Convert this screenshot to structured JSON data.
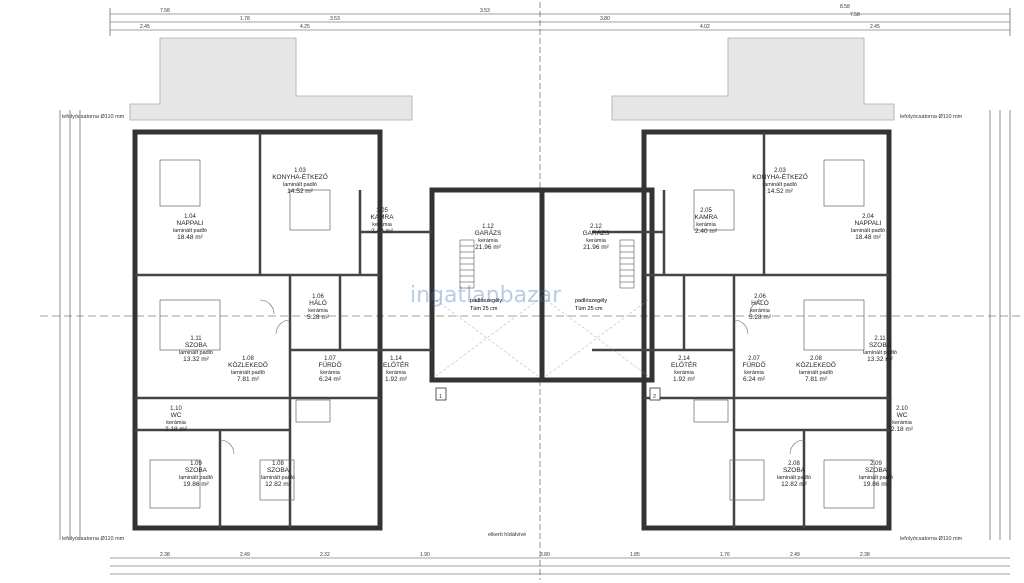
{
  "plan": {
    "watermark": "ingatlanbazar",
    "top_dims_left": [
      "7.58",
      "1.78",
      "3.53",
      "3.53",
      "4.25",
      "2.45"
    ],
    "top_dims_right": [
      "8.58",
      "7.58",
      "3.80",
      "4.02",
      "2.45"
    ],
    "bottom_dims": [
      "2.38",
      "2.49",
      "2.32",
      "1.90",
      "3.80",
      "1.85",
      "1.76",
      "2.49",
      "2.38"
    ],
    "left_labels": [
      "lefolyócsatorna Ø110 mm",
      "lefolyócsatorna Ø110 mm"
    ],
    "right_labels": [
      "lefolyócsatorna Ø110 mm",
      "lefolyócsatorna Ø110 mm"
    ],
    "bottom_center_label": "elkerti hídátvivé",
    "unit_markers": [
      "1",
      "2"
    ],
    "rooms": [
      {
        "num": "1.03",
        "name": "KONYHA-ÉTKEZŐ",
        "floor": "laminált padló",
        "area": "14.52 m²"
      },
      {
        "num": "1.04",
        "name": "NAPPALI",
        "floor": "laminált padló",
        "area": "18.48 m²"
      },
      {
        "num": "1.05",
        "name": "KAMRA",
        "floor": "kerámia",
        "area": "2.40 m²"
      },
      {
        "num": "1.12",
        "name": "GARÁZS",
        "floor": "kerámia",
        "area": "21.96 m²"
      },
      {
        "num": "1.06",
        "name": "HÁLÓ",
        "floor": "kerámia",
        "area": "5.28 m²"
      },
      {
        "num": "1.11",
        "name": "SZOBA",
        "floor": "laminált padló",
        "area": "13.32 m²"
      },
      {
        "num": "1.08",
        "name": "KÖZLEKEDŐ",
        "floor": "laminált padló",
        "area": "7.81 m²"
      },
      {
        "num": "1.07",
        "name": "FÜRDŐ",
        "floor": "kerámia",
        "area": "6.24 m²"
      },
      {
        "num": "1.14",
        "name": "ELŐTÉR",
        "floor": "kerámia",
        "area": "1.92 m²"
      },
      {
        "num": "1.10",
        "name": "WC",
        "floor": "kerámia",
        "area": "2.18 m²"
      },
      {
        "num": "1.09",
        "name": "SZOBA",
        "floor": "laminált padló",
        "area": "19.86 m²"
      },
      {
        "num": "1.08",
        "name": "SZOBA",
        "floor": "laminált padló",
        "area": "12.82 m²"
      },
      {
        "num": "2.03",
        "name": "KONYHA-ÉTKEZŐ",
        "floor": "laminált padló",
        "area": "14.52 m²"
      },
      {
        "num": "2.04",
        "name": "NAPPALI",
        "floor": "laminált padló",
        "area": "18.48 m²"
      },
      {
        "num": "2.05",
        "name": "KAMRA",
        "floor": "kerámia",
        "area": "2.40 m²"
      },
      {
        "num": "2.12",
        "name": "GARÁZS",
        "floor": "kerámia",
        "area": "21.96 m²"
      },
      {
        "num": "2.06",
        "name": "HÁLÓ",
        "floor": "kerámia",
        "area": "5.28 m²"
      },
      {
        "num": "2.11",
        "name": "SZOBA",
        "floor": "laminált padló",
        "area": "13.32 m²"
      },
      {
        "num": "2.08",
        "name": "KÖZLEKEDŐ",
        "floor": "laminált padló",
        "area": "7.81 m²"
      },
      {
        "num": "2.07",
        "name": "FÜRDŐ",
        "floor": "kerámia",
        "area": "6.24 m²"
      },
      {
        "num": "2.14",
        "name": "ELŐTÉR",
        "floor": "kerámia",
        "area": "1.92 m²"
      },
      {
        "num": "2.10",
        "name": "WC",
        "floor": "kerámia",
        "area": "2.18 m²"
      },
      {
        "num": "2.09",
        "name": "SZOBA",
        "floor": "laminált padló",
        "area": "19.86 m²"
      },
      {
        "num": "2.08",
        "name": "SZOBA",
        "floor": "laminált padló",
        "area": "12.82 m²"
      }
    ],
    "garage_note": [
      "padlószegély",
      "Tüm 25 cm"
    ]
  }
}
